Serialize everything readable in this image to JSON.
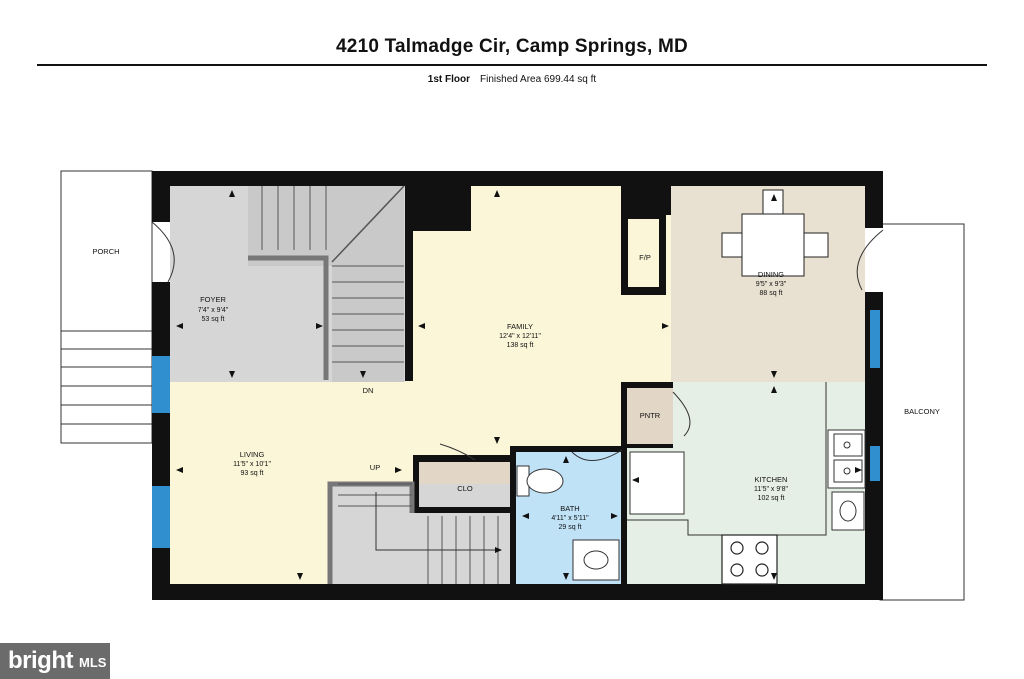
{
  "header": {
    "title": "4210 Talmadge Cir, Camp Springs, MD",
    "floor": "1st Floor",
    "finished_area": "Finished Area 699.44 sq ft"
  },
  "rooms": {
    "porch": {
      "name": "PORCH"
    },
    "foyer": {
      "name": "FOYER",
      "dims": "7'4\" x 9'4\"",
      "area": "53 sq ft"
    },
    "family": {
      "name": "FAMILY",
      "dims": "12'4\" x 12'11\"",
      "area": "138 sq ft"
    },
    "dining": {
      "name": "DINING",
      "dims": "9'5\" x 9'3\"",
      "area": "88 sq ft"
    },
    "living": {
      "name": "LIVING",
      "dims": "11'5\" x 10'1\"",
      "area": "93 sq ft"
    },
    "bath": {
      "name": "BATH",
      "dims": "4'11\" x 5'11\"",
      "area": "29 sq ft"
    },
    "kitchen": {
      "name": "KITCHEN",
      "dims": "11'5\" x 9'8\"",
      "area": "102 sq ft"
    },
    "balcony": {
      "name": "BALCONY"
    },
    "clo": {
      "name": "CLO"
    },
    "pntr": {
      "name": "PNTR"
    },
    "fp": {
      "name": "F/P"
    }
  },
  "stairs": {
    "down": "DN",
    "up": "UP"
  },
  "colors": {
    "wall": "#111111",
    "foyer": "#d6d6d6",
    "family": "#fbf6d8",
    "dining": "#e8e0d0",
    "kitchen": "#e6efe6",
    "bath": "#bfe2f7",
    "closet": "#e2d6c6",
    "window": "#2f8fcf"
  },
  "logo": {
    "brand": "bright",
    "suffix": "MLS"
  }
}
